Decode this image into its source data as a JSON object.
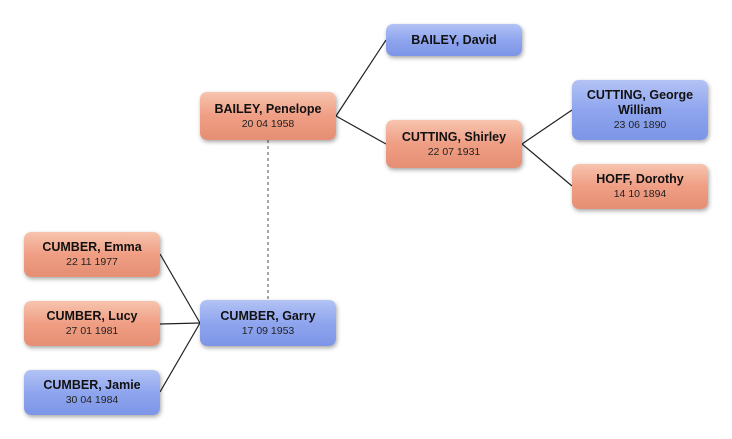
{
  "people": {
    "bailey_david": {
      "name": "BAILEY, David",
      "date": "",
      "sex": "male"
    },
    "bailey_penelope": {
      "name": "BAILEY, Penelope",
      "date": "20 04 1958",
      "sex": "female"
    },
    "cutting_shirley": {
      "name": "CUTTING, Shirley",
      "date": "22 07 1931",
      "sex": "female"
    },
    "cutting_george": {
      "name": "CUTTING, George William",
      "date": "23 06 1890",
      "sex": "male"
    },
    "hoff_dorothy": {
      "name": "HOFF, Dorothy",
      "date": "14 10 1894",
      "sex": "female"
    },
    "cumber_emma": {
      "name": "CUMBER, Emma",
      "date": "22 11 1977",
      "sex": "female"
    },
    "cumber_lucy": {
      "name": "CUMBER, Lucy",
      "date": "27 01 1981",
      "sex": "female"
    },
    "cumber_jamie": {
      "name": "CUMBER, Jamie",
      "date": "30 04 1984",
      "sex": "male"
    },
    "cumber_garry": {
      "name": "CUMBER, Garry",
      "date": "17 09 1953",
      "sex": "male"
    }
  },
  "colors": {
    "female": "#ef9e84",
    "male": "#8fa5ee",
    "line": "#222222",
    "spouse_line": "#777777"
  }
}
